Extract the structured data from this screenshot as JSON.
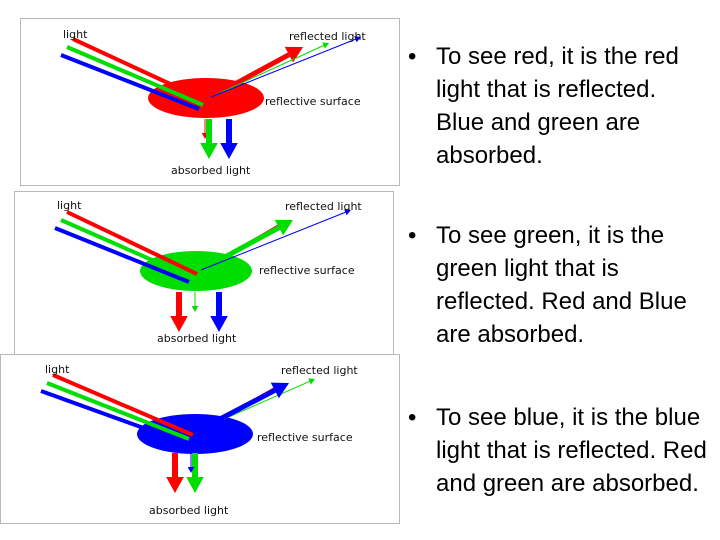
{
  "colors": {
    "red": "#ff0000",
    "green": "#00dd00",
    "blue": "#0000ff"
  },
  "panels": [
    {
      "surface_color": "red",
      "labels": {
        "light": "light",
        "reflected": "reflected light",
        "surface": "reflective surface",
        "absorbed": "absorbed light"
      }
    },
    {
      "surface_color": "green",
      "labels": {
        "light": "light",
        "reflected": "reflected light",
        "surface": "reflective surface",
        "absorbed": "absorbed light"
      }
    },
    {
      "surface_color": "blue",
      "labels": {
        "light": "light",
        "reflected": "reflected light",
        "surface": "reflective surface",
        "absorbed": "absorbed light"
      }
    }
  ],
  "bullets": [
    {
      "marker": "•",
      "text": "To see red, it is the red light that is reflected. Blue and green are absorbed."
    },
    {
      "marker": "•",
      "text": "To see green, it is the green light that is reflected. Red and Blue are absorbed."
    },
    {
      "marker": "•",
      "text": "To see blue, it is the blue light that is reflected. Red and green are absorbed."
    }
  ]
}
